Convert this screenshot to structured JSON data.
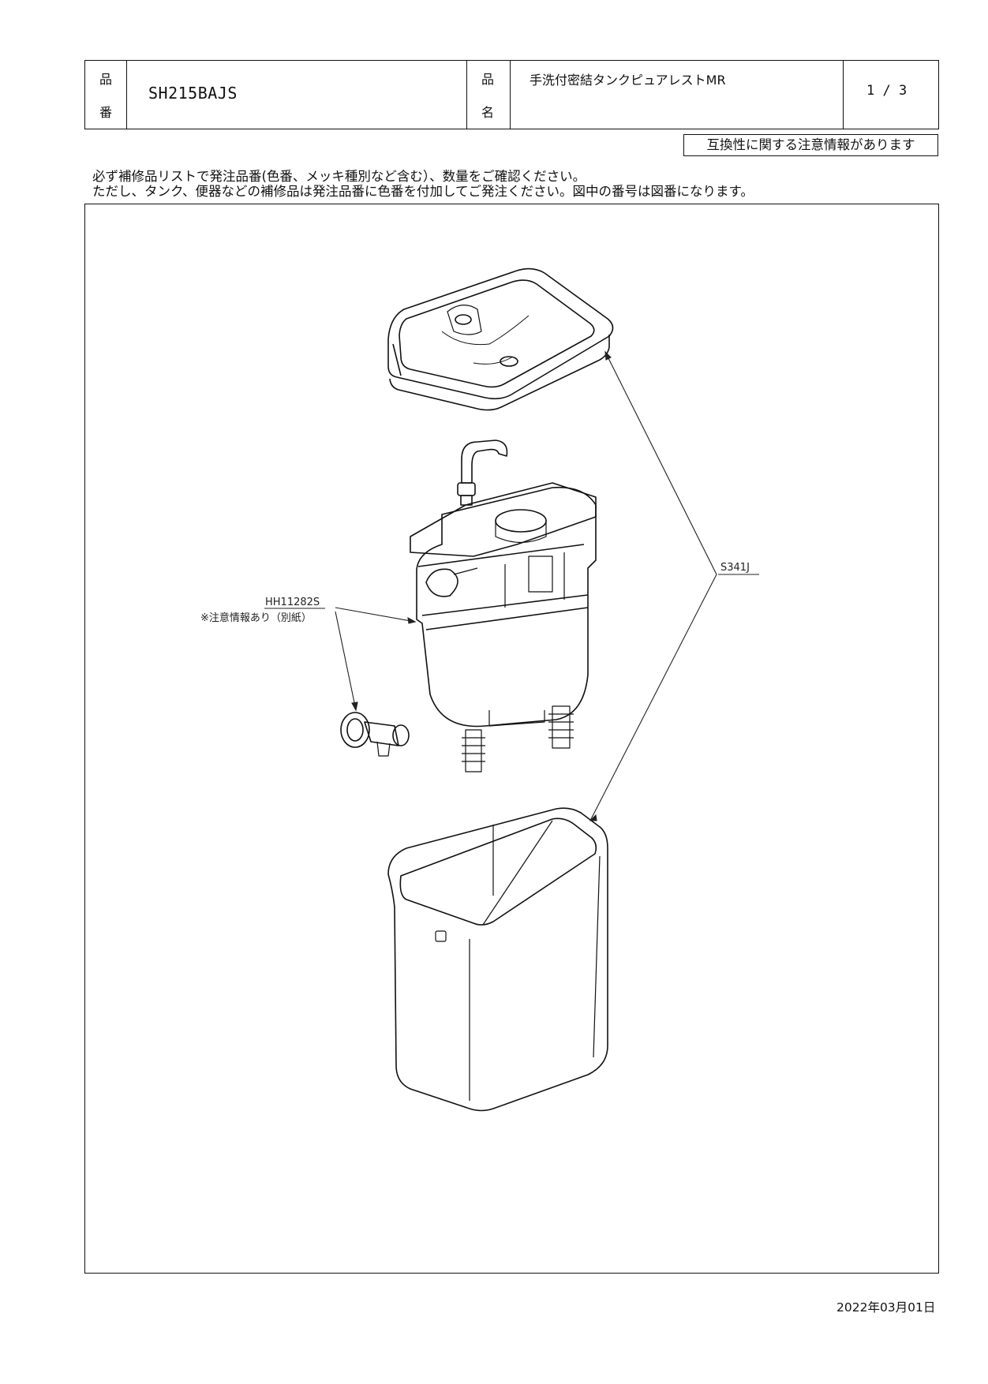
{
  "header": {
    "part_no_label_top": "品",
    "part_no_label_bottom": "番",
    "part_no": "SH215BAJS",
    "name_label_top": "品",
    "name_label_bottom": "名",
    "product_name": "手洗付密結タンクピュアレストMR",
    "page": "1 / 3"
  },
  "notice": "互換性に関する注意情報があります",
  "instructions": [
    "必ず補修品リストで発注品番(色番、メッキ種別など含む）、数量をご確認ください。",
    "ただし、タンク、便器などの補修品は発注品番に色番を付加してご発注ください。図中の番号は図番になります。"
  ],
  "callouts": {
    "part_a": "HH11282S",
    "part_a_note": "※注意情報あり（別紙）",
    "part_b": "S341J"
  },
  "date": "2022年03月01日"
}
